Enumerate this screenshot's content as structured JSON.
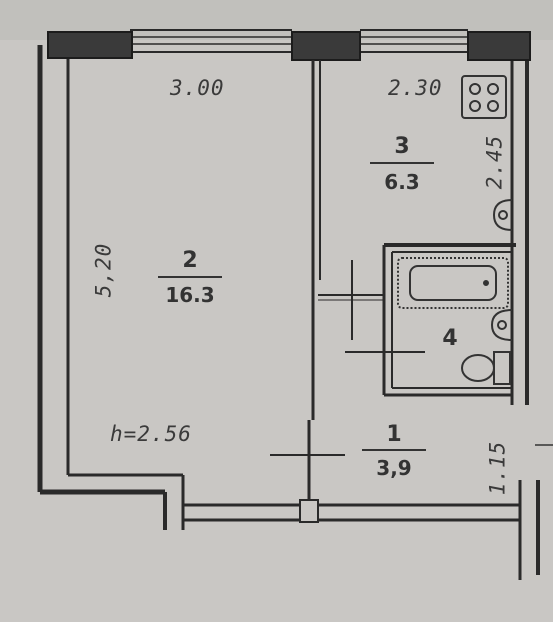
{
  "dimensions": {
    "room2_width": "3.00",
    "room2_length": "5,20",
    "kitchen_width": "2.30",
    "kitchen_depth": "2.45",
    "hall_depth": "1.15",
    "ceiling_height": "h=2.56"
  },
  "rooms": [
    {
      "number": "2",
      "area": "16.3"
    },
    {
      "number": "3",
      "area": "6.3"
    },
    {
      "number": "1",
      "area": "3,9"
    },
    {
      "number": "4"
    }
  ],
  "colors": {
    "paper": "#c9c7c4",
    "wall": "#2a2a2a",
    "text": "#333333"
  },
  "icons": [
    "stove-icon",
    "kitchen-sink-icon",
    "bathtub-icon",
    "washbasin-icon",
    "toilet-icon"
  ]
}
